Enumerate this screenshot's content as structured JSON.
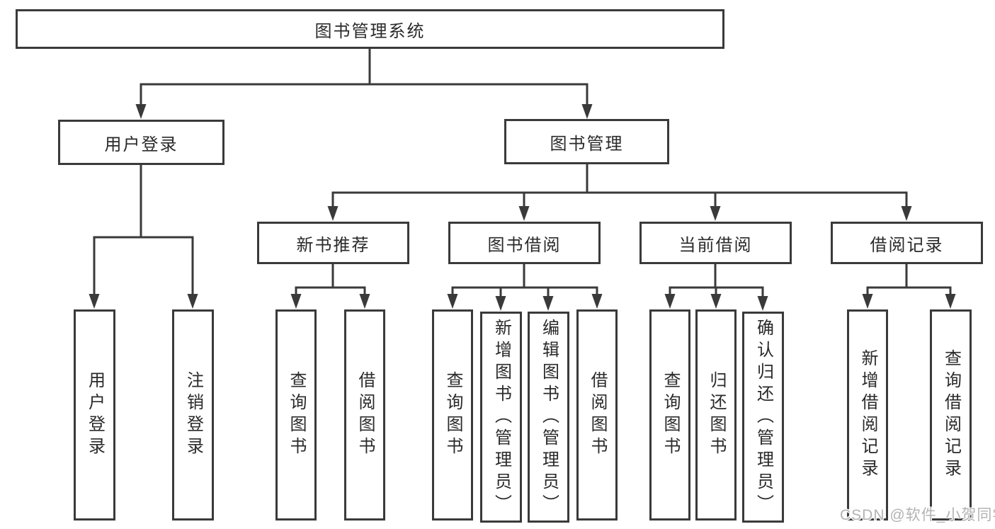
{
  "diagram": {
    "title": "图书管理系统",
    "watermark": "CSDN @软件_小贺同学",
    "colors": {
      "line": "#3a3a3a",
      "box_background": "#ffffff",
      "text": "#2a2a2a",
      "watermark": "#b3b3b3"
    },
    "root": {
      "label": "图书管理系统"
    },
    "level2": [
      {
        "label": "用户登录"
      },
      {
        "label": "图书管理"
      }
    ],
    "level3": [
      {
        "label": "新书推荐",
        "parent": "图书管理"
      },
      {
        "label": "图书借阅",
        "parent": "图书管理"
      },
      {
        "label": "当前借阅",
        "parent": "图书管理"
      },
      {
        "label": "借阅记录",
        "parent": "图书管理"
      }
    ],
    "leaves": [
      {
        "label": "用户登录",
        "parent": "用户登录"
      },
      {
        "label": "注销登录",
        "parent": "用户登录"
      },
      {
        "label": "查询图书",
        "parent": "新书推荐"
      },
      {
        "label": "借阅图书",
        "parent": "新书推荐"
      },
      {
        "label": "查询图书",
        "parent": "图书借阅"
      },
      {
        "label": "新增图书（管理员）",
        "parent": "图书借阅"
      },
      {
        "label": "编辑图书（管理员）",
        "parent": "图书借阅"
      },
      {
        "label": "借阅图书",
        "parent": "图书借阅"
      },
      {
        "label": "查询图书",
        "parent": "当前借阅"
      },
      {
        "label": "归还图书",
        "parent": "当前借阅"
      },
      {
        "label": "确认归还（管理员）",
        "parent": "当前借阅"
      },
      {
        "label": "新增借阅记录",
        "parent": "借阅记录"
      },
      {
        "label": "查询借阅记录",
        "parent": "借阅记录"
      }
    ]
  }
}
